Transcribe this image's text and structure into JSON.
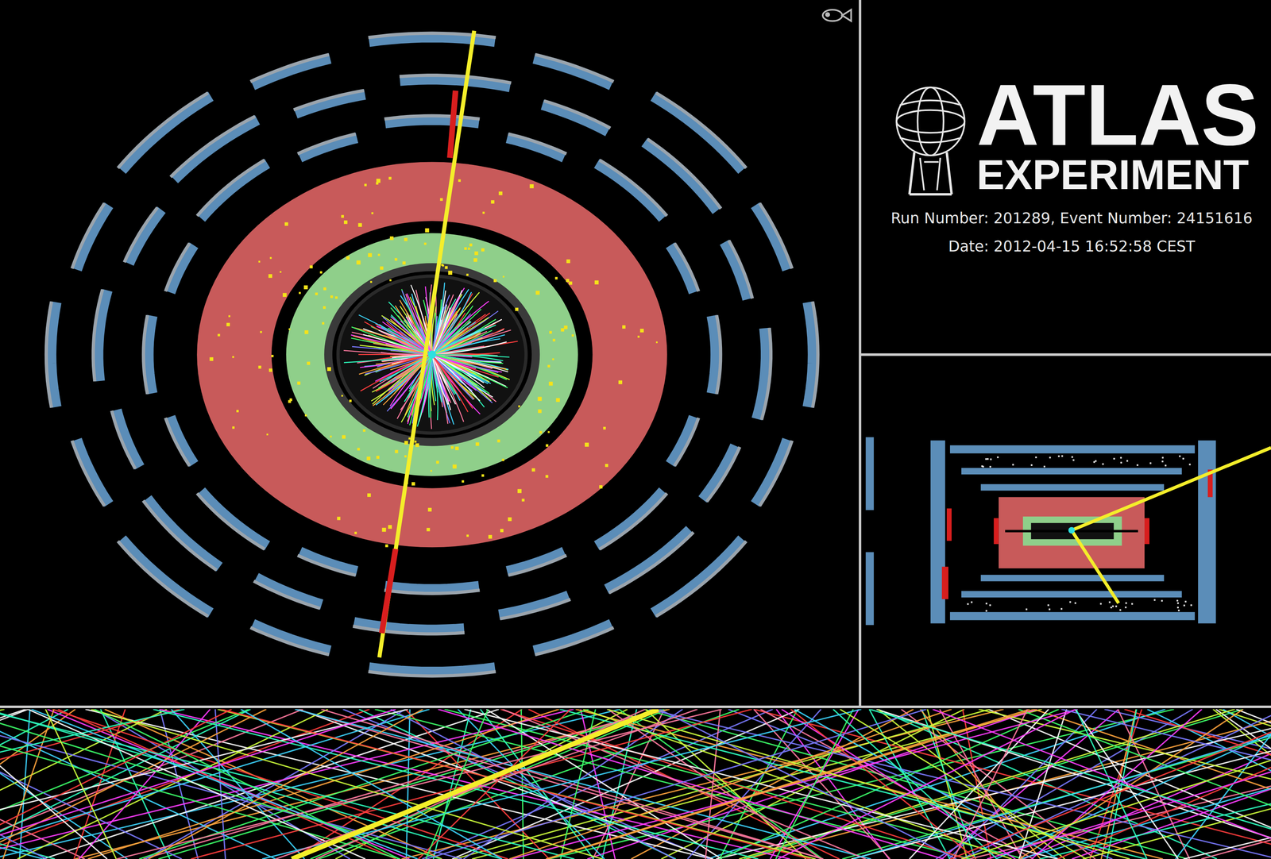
{
  "diagram": {
    "labels": [
      "ATLAS",
      "EXPERIMENT",
      "Run Number: 201289, Event Number: 24151616",
      "Date: 2012-04-15 16:52:58 CEST"
    ]
  }
}
